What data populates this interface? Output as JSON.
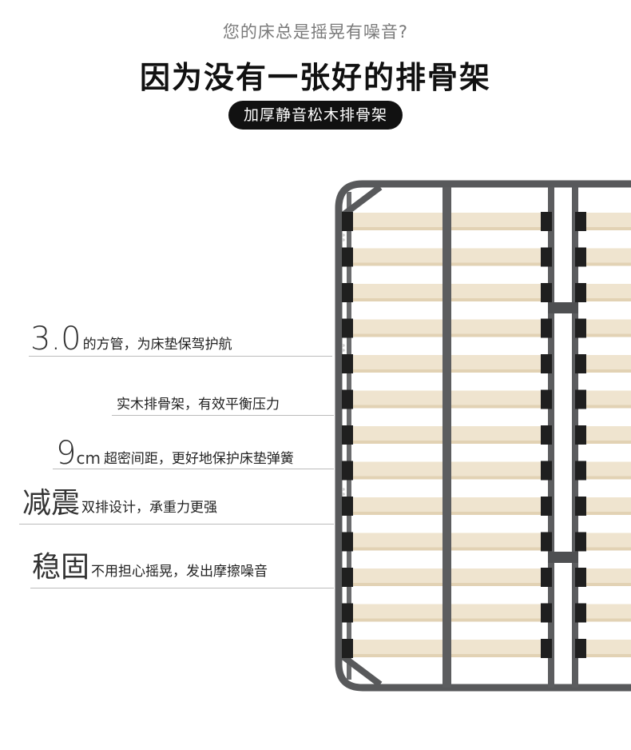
{
  "header": {
    "subtitle": "您的床总是摇晃有噪音?",
    "headline": "因为没有一张好的排骨架",
    "pill": "加厚静音松木排骨架"
  },
  "features": [
    {
      "big": "3.0",
      "mid": "",
      "text": "的方管，为床垫保驾护航"
    },
    {
      "big": "",
      "mid": "",
      "text": "实木排骨架，有效平衡压力"
    },
    {
      "big": "9",
      "mid": "cm",
      "text": "超密间距，更好地保护床垫弹簧"
    },
    {
      "big": "减震",
      "mid": "",
      "text": "双排设计，承重力更强"
    },
    {
      "big": "稳固",
      "mid": "",
      "text": "不用担心摇晃，发出摩擦噪音"
    }
  ],
  "colors": {
    "frame": "#58595b",
    "slat": "#efe4cf",
    "slat_grain": "#e2d2b4",
    "cap": "#1f1f1f"
  }
}
